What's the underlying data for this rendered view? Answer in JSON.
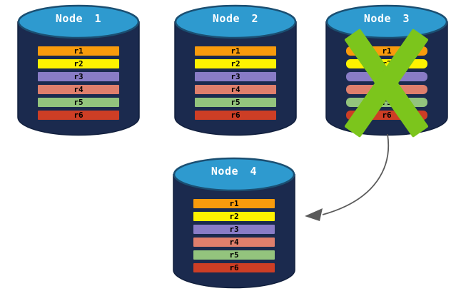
{
  "diagram": {
    "background": "#FFFFFF",
    "palette": {
      "cylinder_body": "#1B2A4E",
      "cylinder_outline": "#111F3D",
      "cylinder_top_fill": "#2E9ACF",
      "cylinder_top_border": "#1B4F72",
      "title_color": "#FFFFFF",
      "row_label_color": "#000000",
      "cross_color": "#7CC51C",
      "arrow_color": "#5B5B5B"
    },
    "row_colors": {
      "r1": "#F99B0C",
      "r2": "#FEF200",
      "r3": "#897CC6",
      "r4": "#DF7F6C",
      "r5": "#93C47D",
      "r6": "#CD3E25"
    },
    "nodes": [
      {
        "title": "Node 1",
        "crossed_out": false,
        "rows": [
          "r1",
          "r2",
          "r3",
          "r4",
          "r5",
          "r6"
        ]
      },
      {
        "title": "Node 2",
        "crossed_out": false,
        "rows": [
          "r1",
          "r2",
          "r3",
          "r4",
          "r5",
          "r6"
        ]
      },
      {
        "title": "Node 3",
        "crossed_out": true,
        "rows": [
          "r1",
          "r2",
          "r3",
          "r4",
          "r5",
          "r6"
        ]
      },
      {
        "title": "Node 4",
        "crossed_out": false,
        "rows": [
          "r1",
          "r2",
          "r3",
          "r4",
          "r5",
          "r6"
        ]
      }
    ],
    "arrow": {
      "from": "Node 3",
      "to": "Node 4"
    }
  }
}
